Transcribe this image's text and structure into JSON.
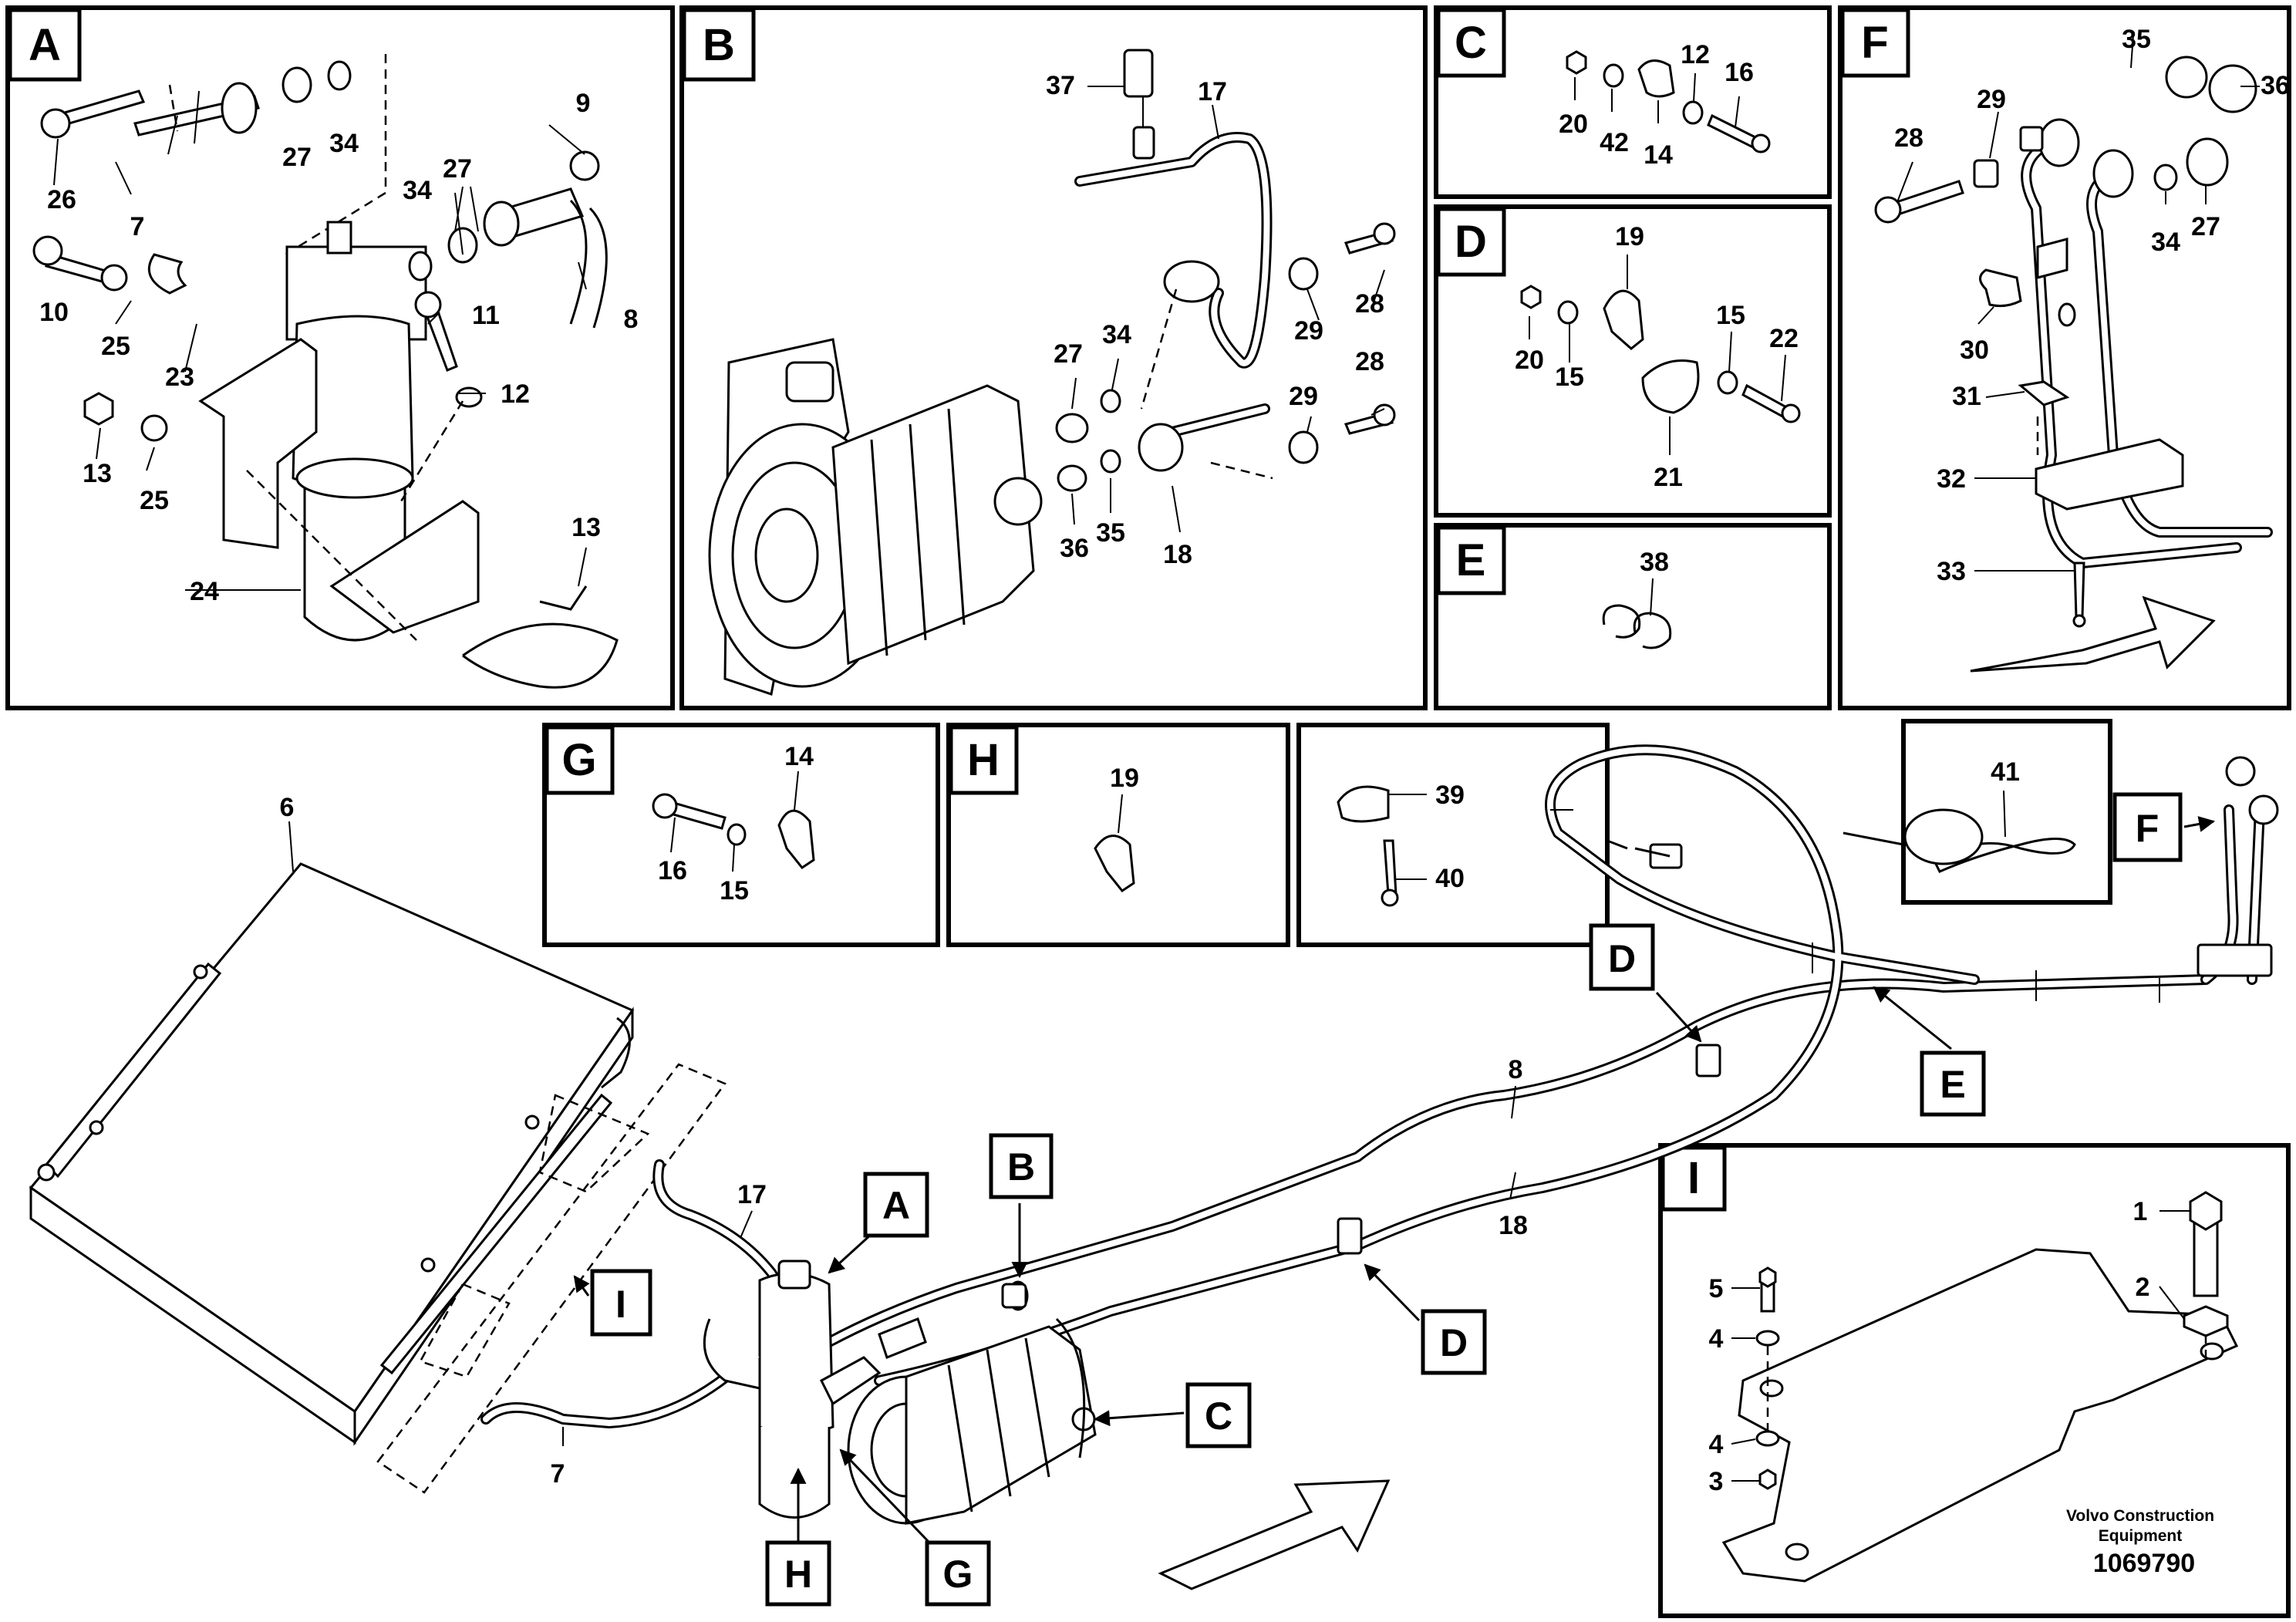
{
  "panels": {
    "A": {
      "letter": "A",
      "parts": [
        "26",
        "27",
        "34",
        "7",
        "9",
        "34",
        "27",
        "10",
        "25",
        "23",
        "11",
        "12",
        "8",
        "13",
        "25",
        "24",
        "13"
      ]
    },
    "B": {
      "letter": "B",
      "parts": [
        "37",
        "17",
        "28",
        "29",
        "27",
        "34",
        "29",
        "28",
        "36",
        "35",
        "18"
      ]
    },
    "C": {
      "letter": "C",
      "parts": [
        "12",
        "16",
        "20",
        "42",
        "14"
      ]
    },
    "D": {
      "letter": "D",
      "parts": [
        "19",
        "20",
        "15",
        "15",
        "22",
        "21"
      ]
    },
    "E": {
      "letter": "E",
      "parts": [
        "38"
      ]
    },
    "F": {
      "letter": "F",
      "parts": [
        "35",
        "36",
        "29",
        "28",
        "34",
        "27",
        "30",
        "31",
        "32",
        "33"
      ]
    },
    "G": {
      "letter": "G",
      "parts": [
        "14",
        "16",
        "15"
      ]
    },
    "H": {
      "letter": "H",
      "parts": [
        "19"
      ]
    },
    "clip": {
      "parts": [
        "39",
        "40"
      ]
    },
    "tie": {
      "parts": [
        "41"
      ]
    },
    "I": {
      "letter": "I",
      "parts": [
        "1",
        "2",
        "5",
        "4",
        "4",
        "3"
      ]
    }
  },
  "main": {
    "parts": [
      "6",
      "17",
      "7",
      "8",
      "18"
    ],
    "refs": [
      "A",
      "B",
      "C",
      "D",
      "D",
      "E",
      "F",
      "G",
      "H",
      "I"
    ]
  },
  "footer": {
    "brand_line1": "Volvo Construction",
    "brand_line2": "Equipment",
    "drawing_number": "1069790"
  }
}
